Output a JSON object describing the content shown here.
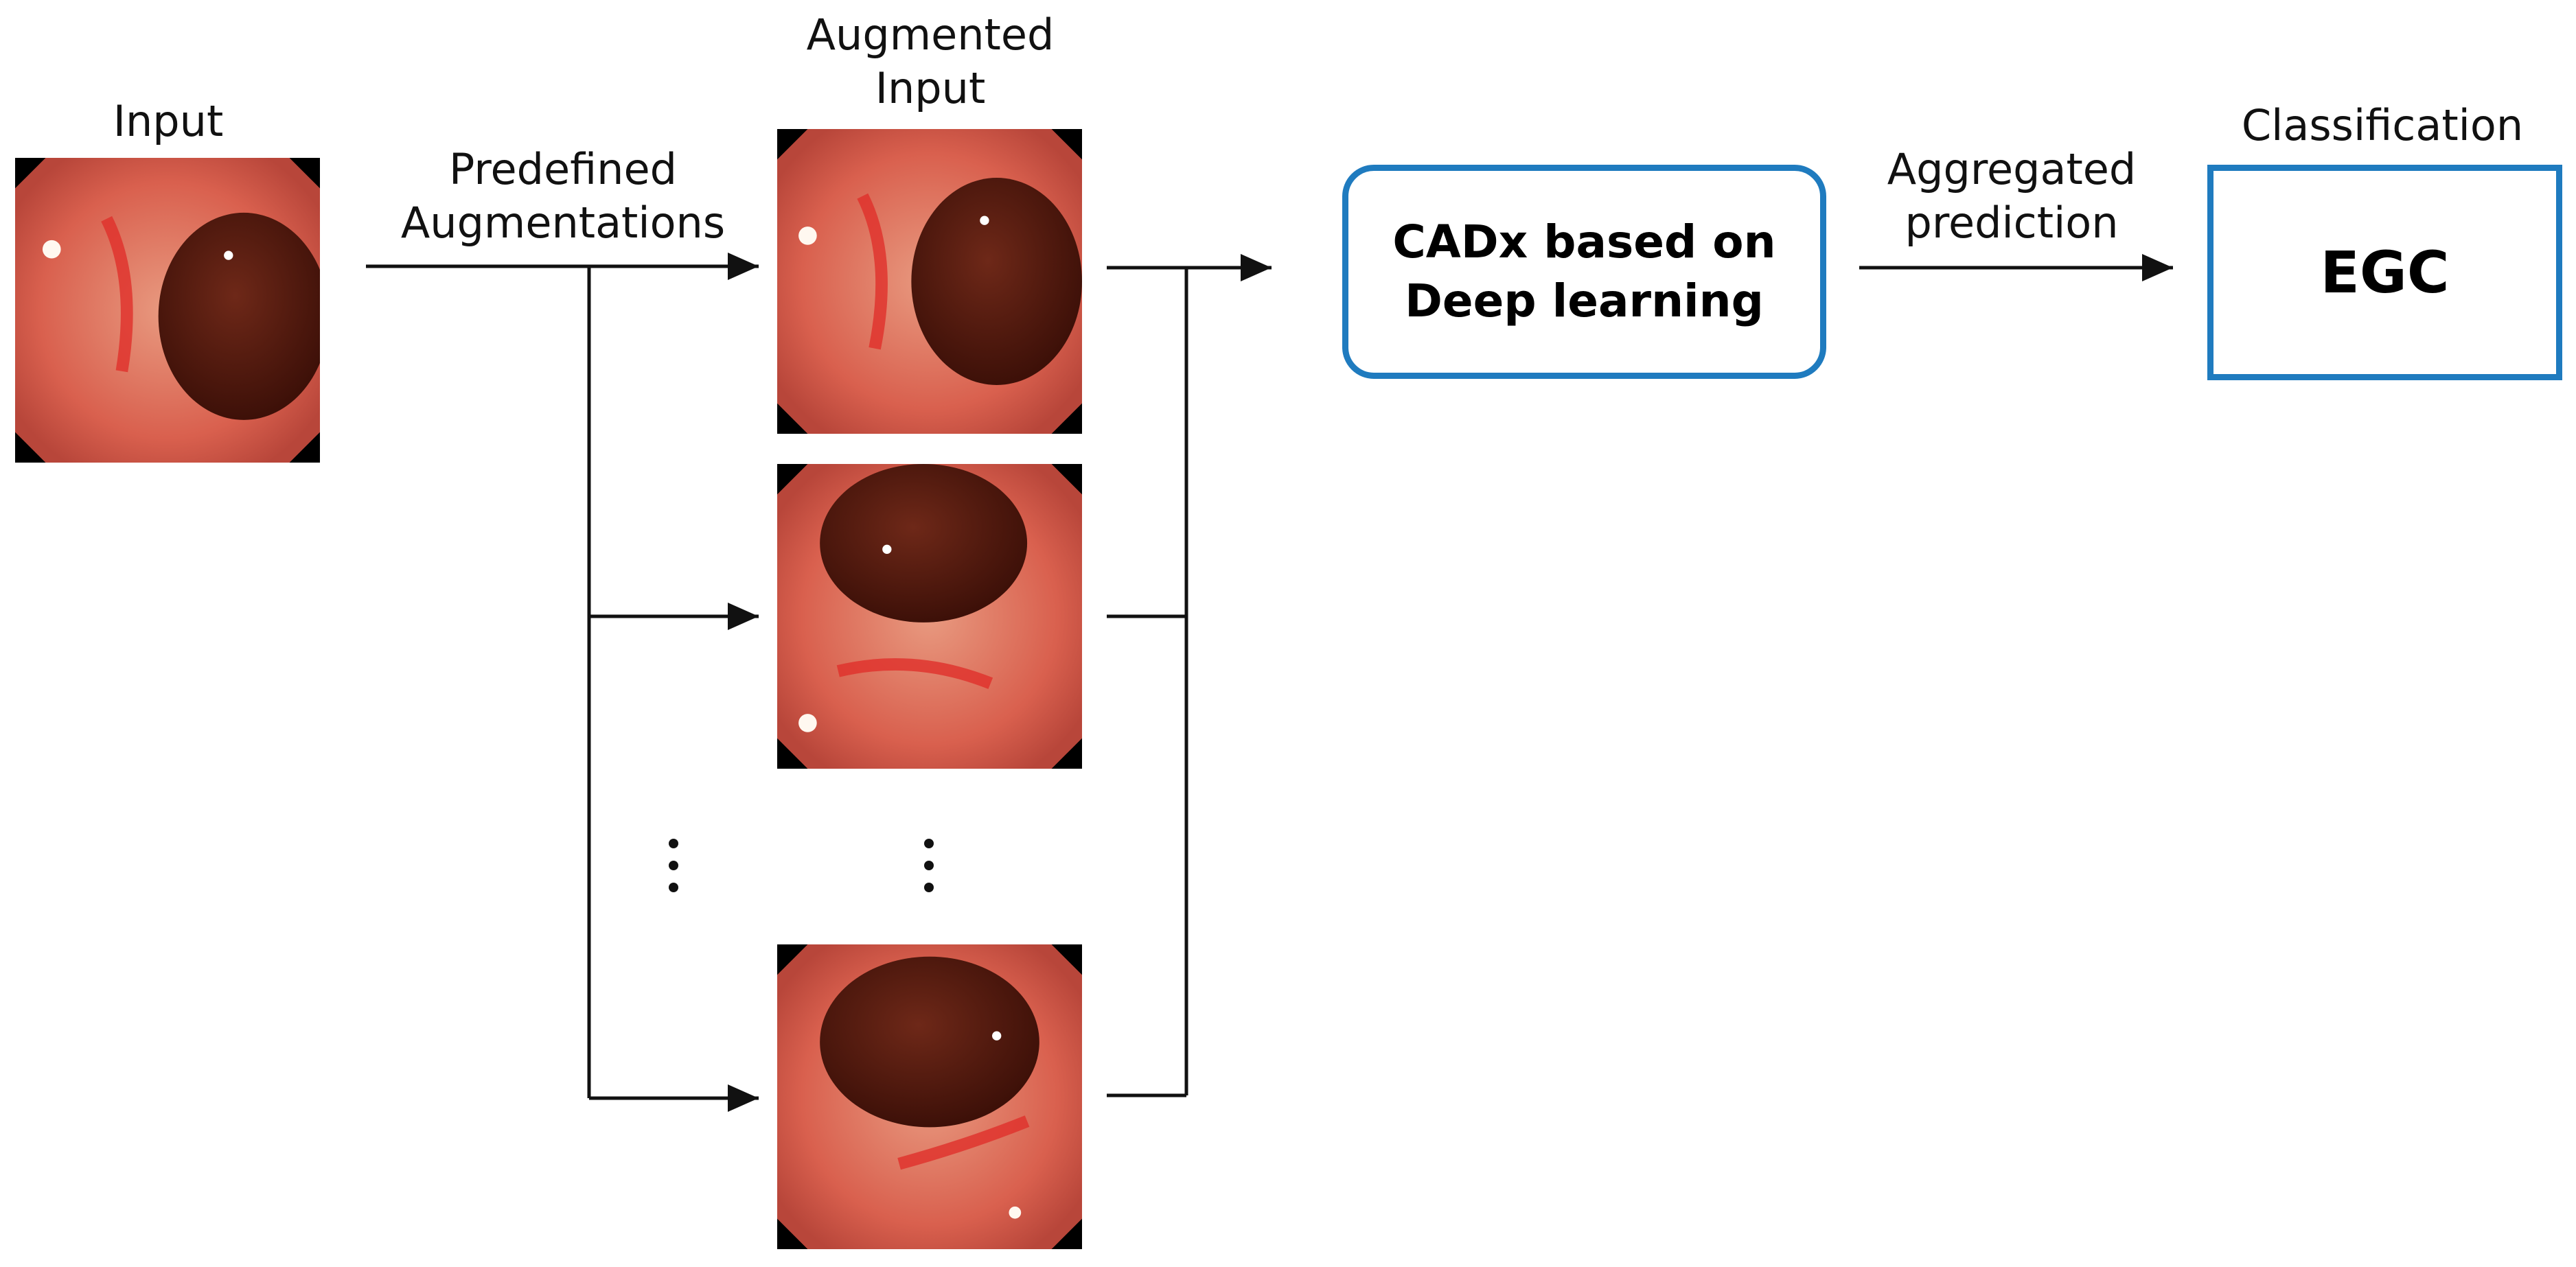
{
  "labels": {
    "input": "Input",
    "predefined_augmentations": [
      "Predefined",
      "Augmentations"
    ],
    "augmented_input": [
      "Augmented",
      "Input"
    ],
    "aggregated_prediction": [
      "Aggregated",
      "prediction"
    ],
    "classification": "Classification"
  },
  "model_box": {
    "lines": [
      "CADx based on",
      "Deep learning"
    ]
  },
  "result_box": {
    "text": "EGC"
  },
  "colors": {
    "box_border": "#1f7bbf",
    "tissue": "#d9574a",
    "lumen": "#5a1d12"
  }
}
